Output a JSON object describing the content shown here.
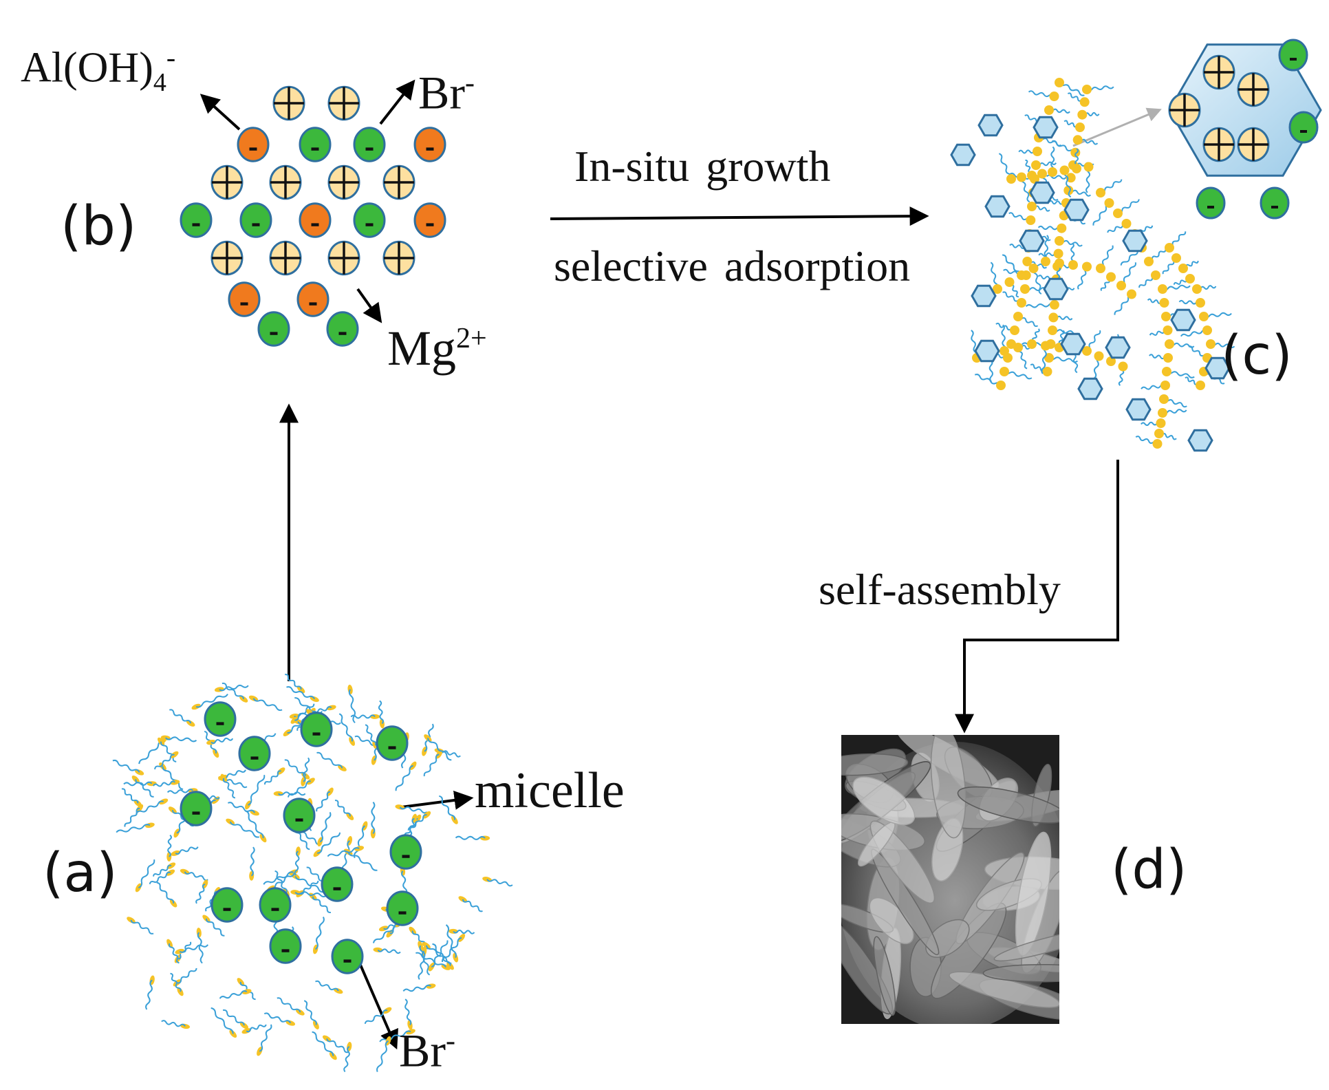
{
  "panels": {
    "a": "(a)",
    "b": "(b)",
    "c": "(c)",
    "d": "(d)"
  },
  "ions": {
    "aluminate": {
      "base": "Al(OH)",
      "sub": "4",
      "sup": "-"
    },
    "bromide_top": {
      "base": "Br",
      "sup": "-"
    },
    "magnesium": {
      "base": "Mg",
      "sup": "2+"
    },
    "bromide_bottom": {
      "base": "Br",
      "sup": "-"
    },
    "micelle": "micelle"
  },
  "process": {
    "step1": "In-situ growth",
    "step2": "selective adsorption",
    "step3": "self-assembly"
  },
  "colors": {
    "cation_fill": "#fde0a0",
    "anion_green": "#3cb83c",
    "anion_orange": "#f07a1e",
    "circle_stroke": "#2f6f9f",
    "surfactant_head": "#f5c326",
    "surfactant_tail": "#3aa0d8",
    "hexagon_fill": "#bcdff2",
    "arrow": "#000000",
    "grey_arrow": "#b0b0b0"
  },
  "icons": {
    "cation": "plus-in-circle",
    "anion": "minus-in-circle",
    "platelet": "hexagon"
  }
}
